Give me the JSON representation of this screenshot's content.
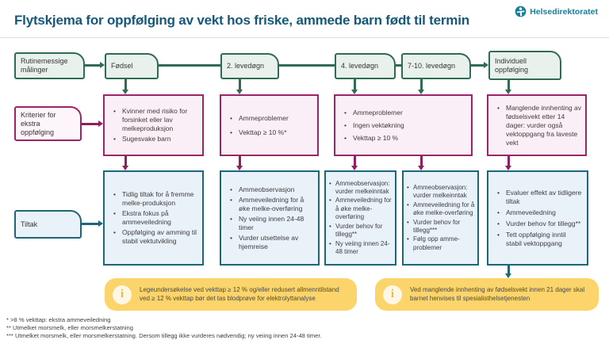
{
  "header": {
    "title": "Flytskjema for oppfølging av vekt hos friske, ammede barn født til termin",
    "logo_text": "Helsedirektoratet"
  },
  "colors": {
    "green_border": "#2f6b55",
    "green_fill": "#e8f1ec",
    "magenta_border": "#9b2665",
    "pink_fill": "#faeff6",
    "teal_border": "#1e6779",
    "blue_fill": "#eaf2f9",
    "yellow_fill": "#fbd46b",
    "title_color": "#14587a"
  },
  "row_labels": {
    "routine": "Rutinemessige målinger",
    "criteria": "Kriterier for ekstra oppfølging",
    "actions": "Tiltak"
  },
  "timeline": [
    {
      "label": "Fødsel"
    },
    {
      "label": "2. levedøgn"
    },
    {
      "label": "4. levedøgn"
    },
    {
      "label": "7-10. levedøgn"
    },
    {
      "label": "Individuell oppfølging"
    }
  ],
  "criteria_boxes": [
    {
      "items": [
        "Kvinner med risiko for forsinket eller lav melkeproduksjon",
        "Sugesvake barn"
      ]
    },
    {
      "items": [
        "Ammeproblemer",
        "Vekttap ≥ 10 %*"
      ]
    },
    {
      "items": [
        "Ammeproblemer",
        "Ingen vektøkning",
        "Vekttap ≥ 10 %"
      ]
    },
    {
      "items": [
        "Manglende innhenting av fødselsvekt etter 14 dager: vurder også vektoppgang fra laveste vekt"
      ]
    }
  ],
  "action_boxes": [
    {
      "items": [
        "Tidlig tiltak for å fremme melke-produksjon",
        "Ekstra fokus på ammeveiledning",
        "Oppfølging av amming til stabil vektutvikling"
      ]
    },
    {
      "items": [
        "Ammeobservasjon",
        "Ammeveiledning for å øke melke-overføring",
        "Ny veiing innen 24-48 timer",
        "Vurder utsettelse av hjemreise"
      ]
    },
    {
      "items": [
        "Ammeobservasjon: vurder melkeinntak",
        "Ammeveiledning for å øke melke-overføring",
        "Vurder behov for tillegg**",
        "Ny veiing innen 24-48 timer"
      ]
    },
    {
      "items": [
        "Ammeobservasjon: vurder melkeinntak",
        "Ammeveiledning for å øke melke-overføring",
        "Vurder behov for tillegg***",
        "Følg opp amme-problemer"
      ]
    },
    {
      "items": [
        "Evaluer effekt av tidligere tiltak",
        "Ammeveiledning",
        "Vurder behov for tillegg**",
        "Tett oppfølging inntil stabil vektoppgang"
      ]
    }
  ],
  "info_boxes": [
    {
      "text": "Legeundersøkelse ved vekttap ≥ 12 % og/eller redusert allmenntilstand ved ≥ 12 % vekttap bør det tas blodprøve for elektrolyttanalyse"
    },
    {
      "text": "Ved manglende innhenting av fødselsvekt innen 21 dager skal barnet henvises til spesialisthelsetjenesten"
    }
  ],
  "footnotes": [
    "* >8 % vekttap: ekstra ammeveiledning",
    "** Utmelket morsmelk, eller morsmelkerstatning",
    "*** Utmelket morsmelk, eller morsmelkerstatning. Dersom tillegg ikke vurderes nødvendig; ny veiing innen 24-48 timer."
  ]
}
